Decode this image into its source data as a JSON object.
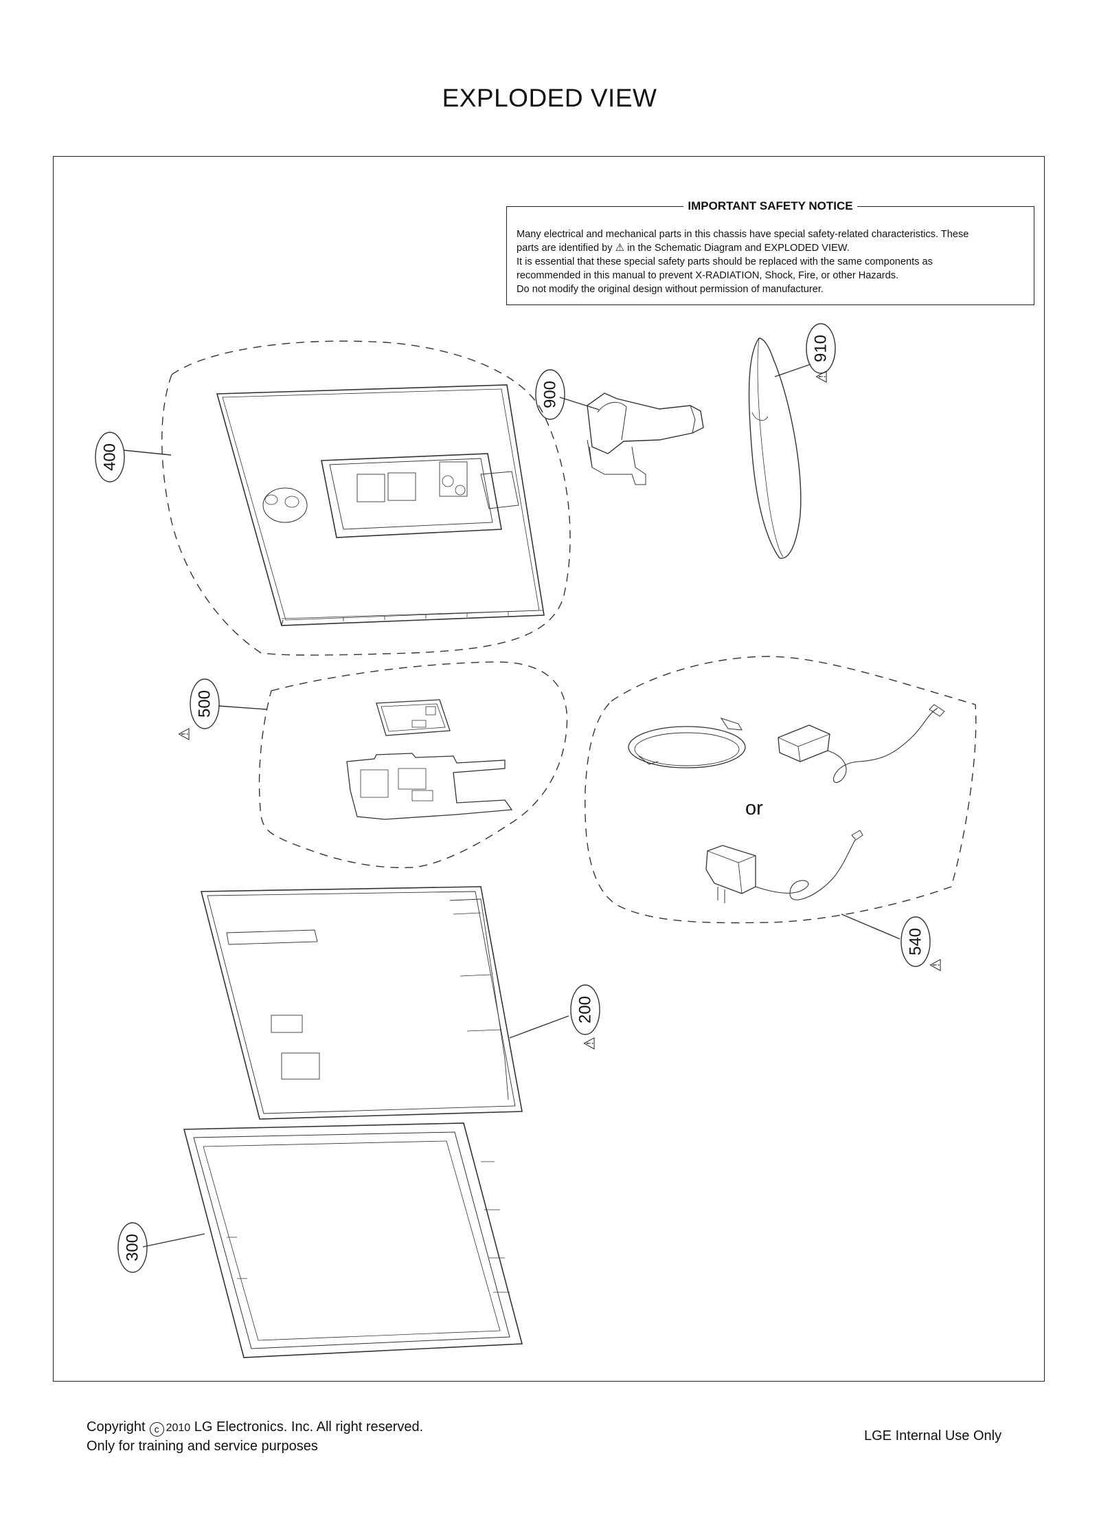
{
  "page": {
    "title": "EXPLODED VIEW"
  },
  "safety_notice": {
    "heading": "IMPORTANT SAFETY NOTICE",
    "line1": "Many electrical and mechanical parts in this chassis have special safety-related characteristics. These",
    "line2_before_symbol": "parts are identified by",
    "symbol": "⚠",
    "line2_after_symbol": "in the Schematic Diagram and EXPLODED VIEW.",
    "line3": "It is essential that these special safety parts should be replaced with the same components as",
    "line4": "recommended in this manual to prevent X-RADIATION, Shock, Fire, or other Hazards.",
    "line5": "Do not modify the original design without permission of manufacturer."
  },
  "callouts": {
    "c400": "400",
    "c900": "900",
    "c910": "910",
    "c500": "500",
    "c540": "540",
    "c200": "200",
    "c300": "300",
    "warn": "⚠"
  },
  "adapter_group": {
    "or_label": "or"
  },
  "footer": {
    "copyright_word": "Copyright",
    "copyright_symbol": "c",
    "year": "2010",
    "company": "LG Electronics. Inc. All right reserved.",
    "line2": "Only for training and service purposes",
    "internal": "LGE Internal Use Only"
  },
  "colors": {
    "line": "#333333",
    "text": "#111111"
  }
}
